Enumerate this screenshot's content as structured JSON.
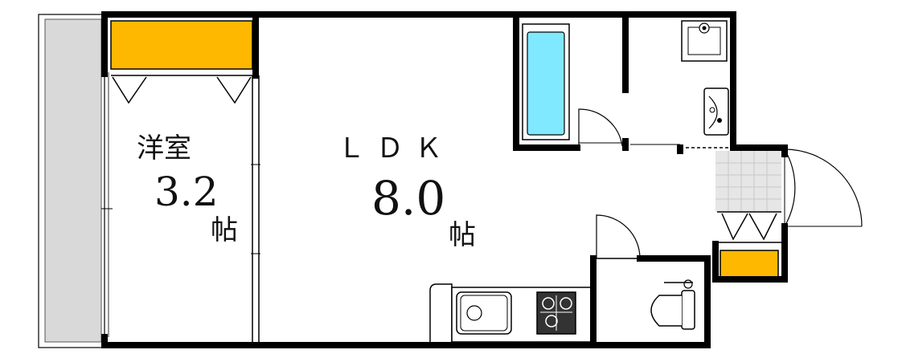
{
  "rooms": {
    "western": {
      "name": "洋室",
      "size": "3.2",
      "unit": "帖"
    },
    "ldk": {
      "name": "ＬＤＫ",
      "size": "8.0",
      "unit": "帖"
    }
  },
  "colors": {
    "wall": "#000000",
    "balcony": "#d9d9d9",
    "closet": "#ffb800",
    "bathtub_water": "#80e8ff",
    "tile": "#e0e0e0"
  }
}
